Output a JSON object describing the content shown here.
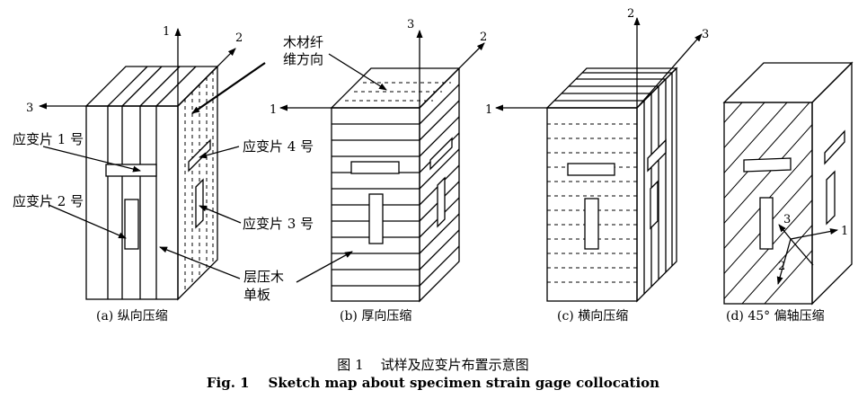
{
  "colors": {
    "ink": "#000000",
    "background": "#ffffff"
  },
  "panels": {
    "a": {
      "caption": "(a) 纵向压缩",
      "axes": [
        "1",
        "2",
        "3"
      ],
      "labels": {
        "gage1": "应变片 1 号",
        "gage2": "应变片 2 号",
        "gage4": "应变片 4 号",
        "gage3": "应变片 3 号",
        "veneer_line1": "层压木",
        "veneer_line2": "单板"
      }
    },
    "b": {
      "caption": "(b) 厚向压缩",
      "axes": [
        "1",
        "2",
        "3"
      ],
      "labels": {
        "grain_line1": "木材纤",
        "grain_line2": "维方向"
      }
    },
    "c": {
      "caption": "(c) 横向压缩",
      "axes": [
        "1",
        "2",
        "3"
      ]
    },
    "d": {
      "caption": "(d) 45° 偏轴压缩",
      "axes": [
        "1",
        "2",
        "3"
      ]
    }
  },
  "figure_caption": {
    "cn": "图 1    试样及应变片布置示意图",
    "en": "Fig. 1    Sketch map about specimen strain gage collocation"
  }
}
